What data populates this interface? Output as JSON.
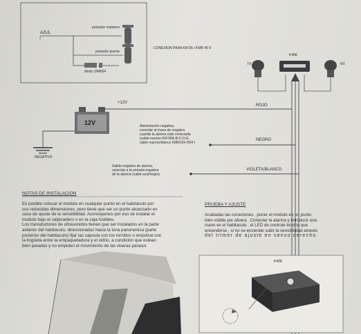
{
  "diagram_top": {
    "label_azul": "AZUL",
    "label_pulsador_maletero": "pulsador maletero",
    "label_pulsador_puerta": "pulsador puerta",
    "label_diodo": "diodo 1N4004",
    "label_conexion": "CONEXION PARA KM 95 / KMR 40 0",
    "label_k40e": "K40E",
    "label_tx": "TX",
    "label_rx": "RX",
    "label_12v": "+12V",
    "label_battery": "12V",
    "label_negativo": "NEGATIVO",
    "wire_rojo": "ROJO",
    "wire_negro": "NEGRO",
    "wire_violeta": "VIOLETA/BLANCO",
    "note_negro": [
      "Alimentación negativa,",
      "conectar al masa de negativo",
      "cuando la alarma está conectada",
      "(cable marron KM 95A-B-C-D-E,",
      "cable marron/blanco KMR104 /904 )"
    ],
    "note_violeta": [
      "Salida negativa de alarma,",
      "conectar a la entrada negativa",
      "de la alarma (cable azul/negro)"
    ]
  },
  "notas": {
    "title": "NOTAS DE INSTALACION",
    "lines": [
      "Es posible colocar el modulo en cualquier punto en el habitaculo por",
      "sus reducidas dimensiones, pero tiene que ser un punto alcanzado en",
      "caso de ajuste de la sensibilidad. Aconsejamos por eso de instalar el",
      "modulo bajo el salpicadero o en la caja fusibles.",
      "Los transductores de ultrasonidos tienen que ser instalados en la parte",
      "anterior del habitaculo, direccionados hacia la luna panoramica (parte",
      "posterior del habitaculo) fijar las capsula con los tornillos o empotrat con",
      "la lingüeta entre la empaquetadura y el vidrio, a condición que estean",
      "bien parados y no empiden el movimiento de las viseras parasol."
    ]
  },
  "prueba": {
    "title": "PRUEBA Y AJUSTE",
    "lines": [
      "Acabadas las conexiones , poner el modulo en un punto",
      "bien visible por afuera . Conectar la alarma y introducir una",
      "mano en el habitaculo , el LED de controle tendria que",
      "encenderse , si no se enciende subir la sensibilidad através",
      "del trimer de ajuste en senso derecho."
    ],
    "module_label": "K40E"
  },
  "colors": {
    "paper": "#e2e1db",
    "ink": "#2a2a2a",
    "wire": "#4a4a4a"
  }
}
